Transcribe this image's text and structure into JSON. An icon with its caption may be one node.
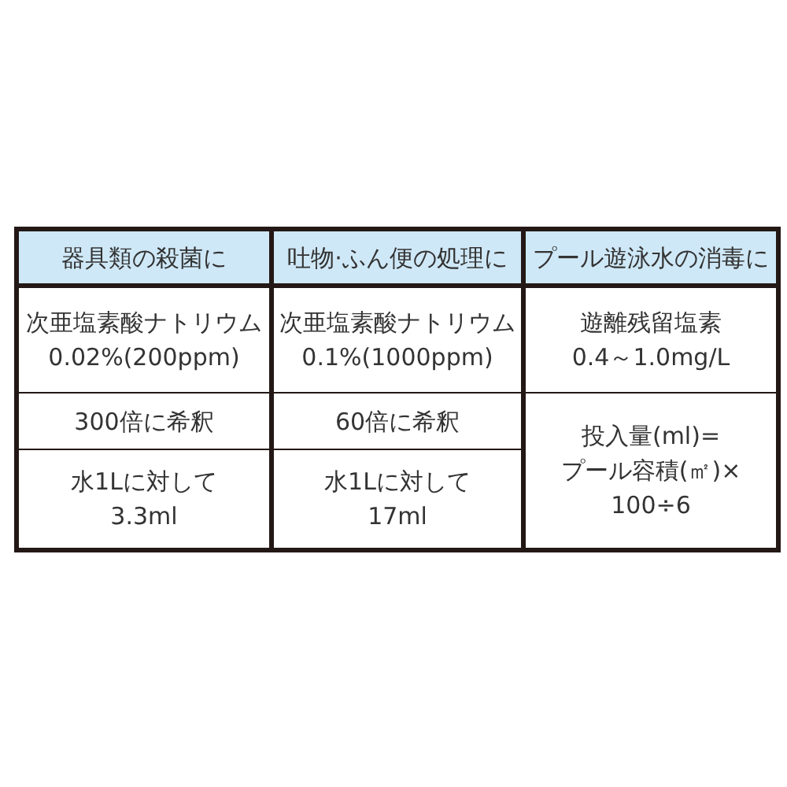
{
  "diagram": {
    "labels": [
      "器具類の殺菌に",
      "吐物·ふん便の処理に",
      "プール遊泳水の消毒に",
      "次亜塩素酸ナトリウム 0.02%(200ppm)",
      "次亜塩素酸ナトリウム 0.1%(1000ppm)",
      "遊離残留塩素 0.4～1.0mg/L",
      "300倍に希釈",
      "60倍に希釈",
      "投入量(ml)= プール容積(㎡)× 100÷6",
      "水1Lに対して 3.3ml",
      "水1Lに対して 17ml"
    ]
  }
}
